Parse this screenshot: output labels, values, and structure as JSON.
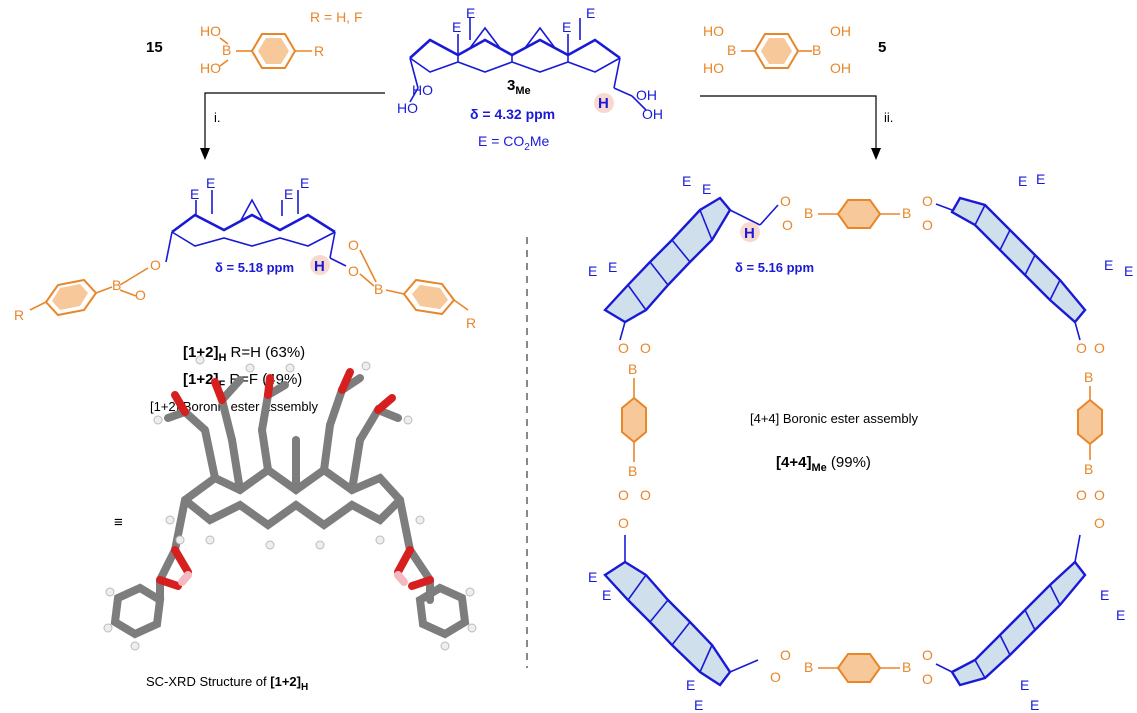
{
  "reagent_left": {
    "number": "15",
    "boron": "B",
    "ho_top": "HO",
    "ho_bottom": "HO",
    "r": "R",
    "r_def": "R = H, F"
  },
  "reagent_right": {
    "number": "5",
    "ho_top": "HO",
    "ho_bottom": "HO",
    "oh_top": "OH",
    "oh_bottom": "OH",
    "boron": "B"
  },
  "center_compound": {
    "label_main": "3",
    "label_sub": "Me",
    "ho_left_top": "HO",
    "ho_left_bottom": "HO",
    "oh_right_top": "OH",
    "oh_right_bottom": "OH",
    "shift": "δ = 4.32 ppm",
    "h": "H",
    "e_def_prefix": "E = CO",
    "e_def_sub": "2",
    "e_def_suffix": "Me",
    "e": "E"
  },
  "steps": {
    "left": "i.",
    "right": "ii."
  },
  "product_small": {
    "shift": "δ = 5.18 ppm",
    "h": "H",
    "o": "O",
    "b": "B",
    "r": "R",
    "e": "E",
    "line1_main": "[1+2]",
    "line1_sub": "H",
    "line1_rest": " R=H (63%)",
    "line2_main": "[1+2]",
    "line2_sub": "F",
    "line2_rest": " R=F (49%)",
    "assembly": "[1+2] Boronic ester assembly",
    "equiv": "≡",
    "xrd_prefix": "SC-XRD Structure of ",
    "xrd_main": "[1+2]",
    "xrd_sub": "H"
  },
  "product_large": {
    "shift": "δ = 5.16 ppm",
    "h": "H",
    "o": "O",
    "b": "B",
    "e": "E",
    "assembly": "[4+4] Boronic ester assembly",
    "yield_main": "[4+4]",
    "yield_sub": "Me",
    "yield_rest": " (99%)"
  },
  "colors": {
    "blue": "#1a1ad6",
    "orange": "#e8862a",
    "black": "#000000",
    "highlight": "#f7d9cf",
    "ring_fill": "#cfe0ec"
  }
}
